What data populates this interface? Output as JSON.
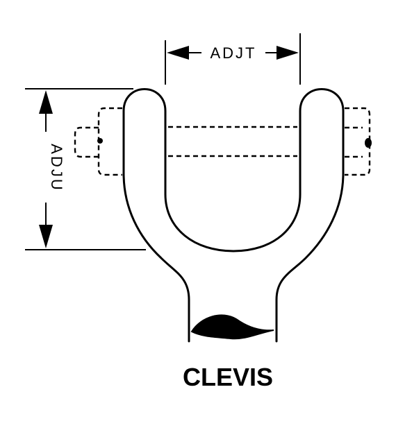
{
  "diagram": {
    "title": "CLEVIS",
    "dimensions": {
      "width_label": "ADJT",
      "height_label": "ADJU"
    }
  }
}
